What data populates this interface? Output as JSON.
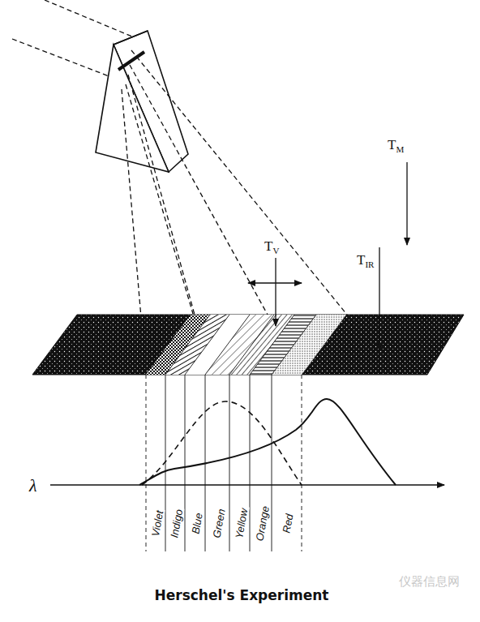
{
  "diagram": {
    "caption": "Herschel's Experiment",
    "labels": [
      "TM",
      "TV",
      "TIR",
      "λ",
      "Violet",
      "Indigo",
      "Blue",
      "Green",
      "Yellow",
      "Orange",
      "Red",
      "仪器信息网"
    ]
  }
}
